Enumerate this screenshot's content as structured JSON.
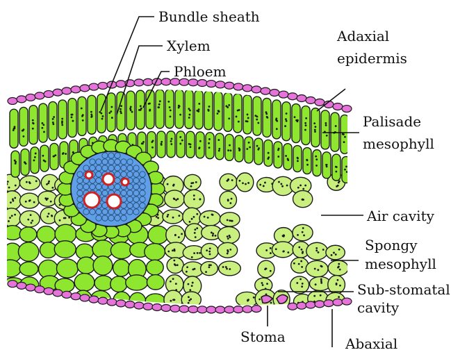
{
  "labels": {
    "bundle_sheath": "Bundle sheath",
    "xylem": "Xylem",
    "phloem": "Phloem",
    "adaxial_1": "Adaxial",
    "adaxial_2": "epidermis",
    "palisade_1": "Palisade",
    "palisade_2": "mesophyll",
    "air_cavity": "Air cavity",
    "spongy_1": "Spongy",
    "spongy_2": "mesophyll",
    "substomatal_1": "Sub-stomatal",
    "substomatal_2": "cavity",
    "stoma": "Stoma",
    "abaxial": "Abaxial"
  },
  "colors": {
    "epidermis": "#e673d9",
    "mesophyll": "#8fe62e",
    "spongy": "#c9f07e",
    "vascular": "#5f9fe8",
    "xylem_ring": "#d02020",
    "outline": "#1a1a1a"
  }
}
